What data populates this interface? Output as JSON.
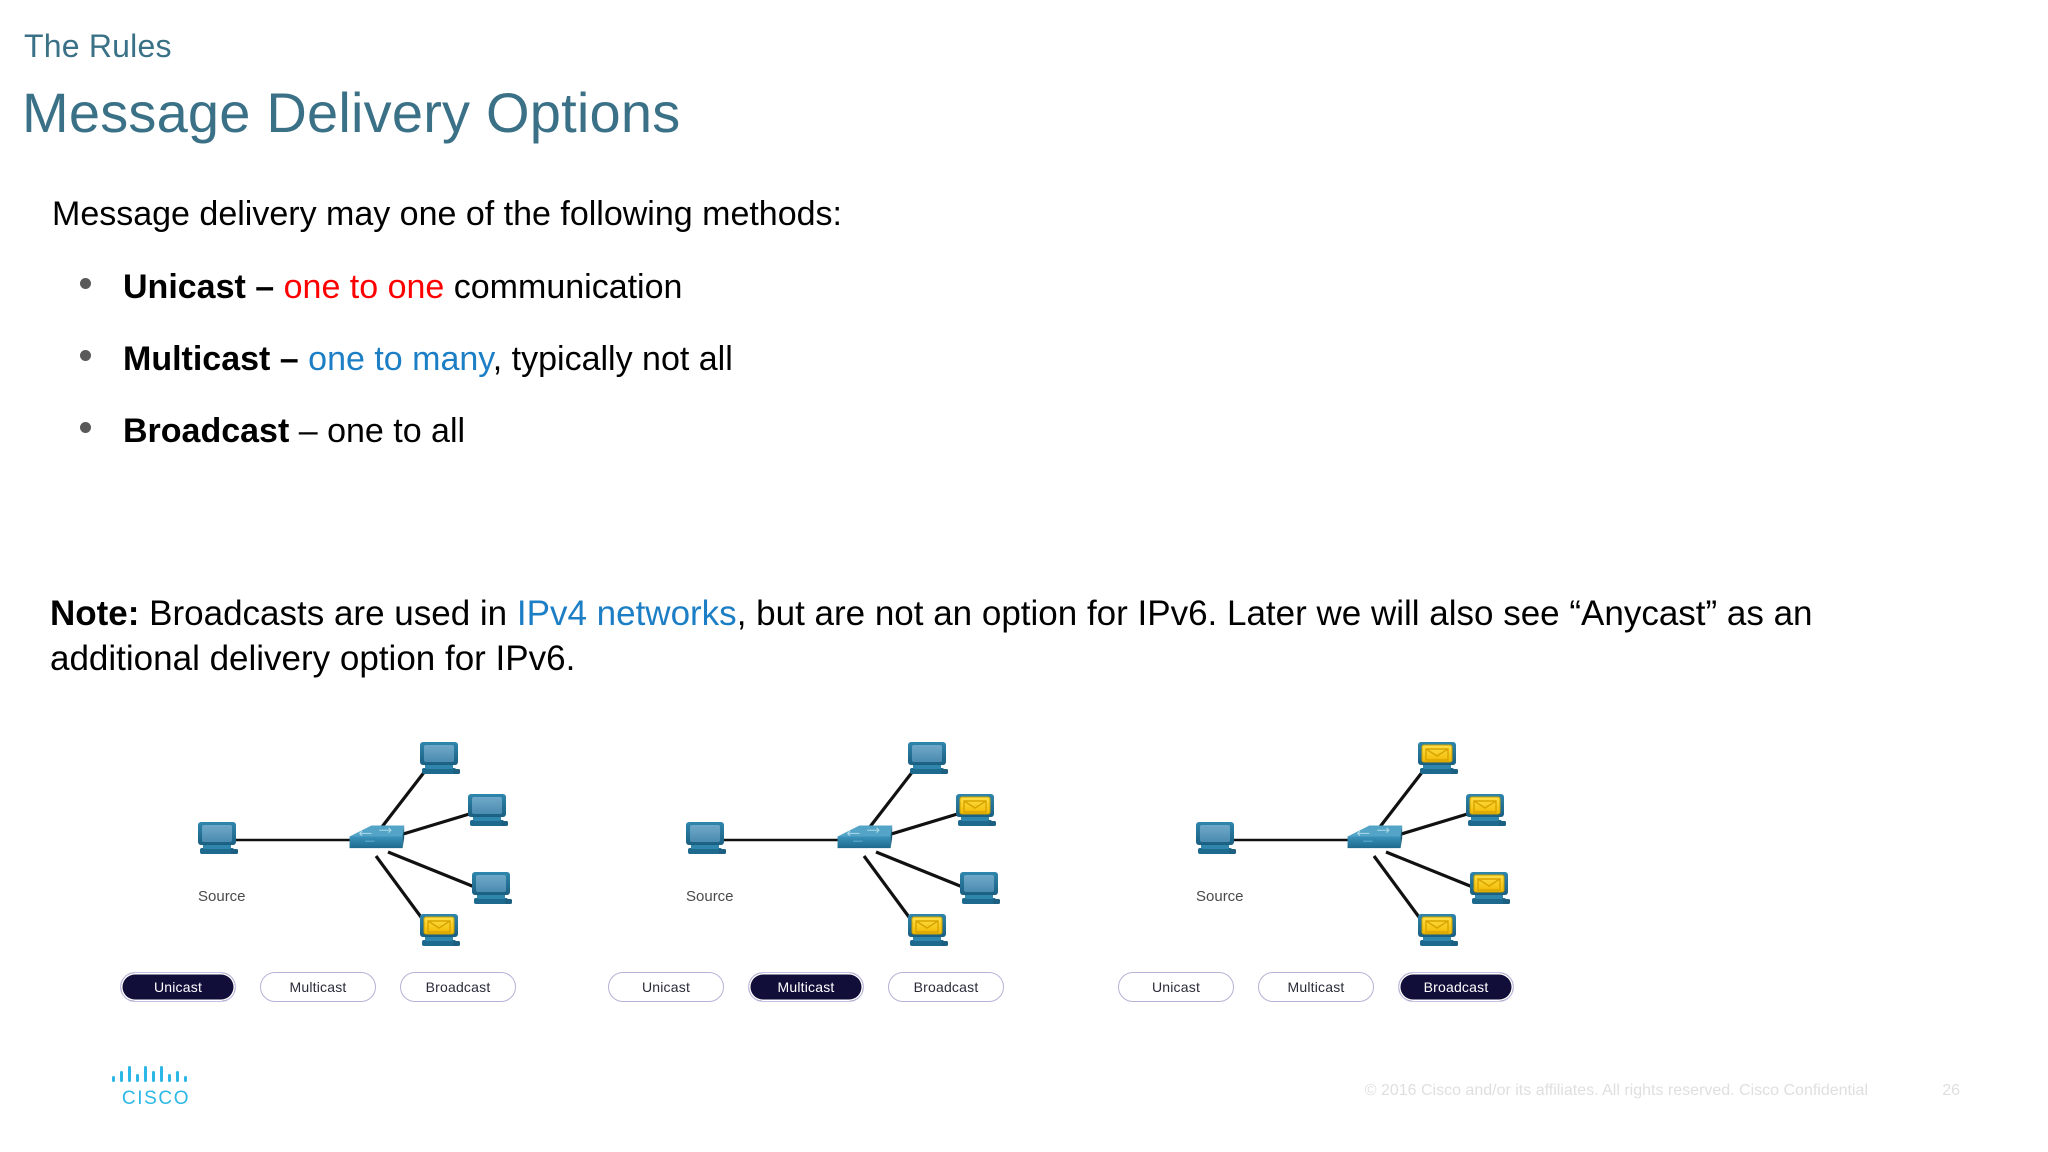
{
  "header": {
    "eyebrow": "The Rules",
    "title": "Message Delivery Options",
    "title_color": "#3b7187"
  },
  "body": {
    "lead": "Message delivery may one of the following methods:",
    "bullets": [
      {
        "term": "Unicast – ",
        "highlight": "one to one",
        "highlight_color": "#ff0000",
        "rest": " communication"
      },
      {
        "term": "Multicast – ",
        "highlight": "one to many",
        "highlight_color": "#1c7ec4",
        "rest": ", typically not all"
      },
      {
        "term": "Broadcast",
        "highlight": "",
        "highlight_color": "",
        "rest": " – one to all"
      }
    ],
    "note": {
      "label": "Note:",
      "part1": " Broadcasts are used in ",
      "link": "IPv4 networks",
      "link_color": "#1c7ec4",
      "part2": ", but are not an option for IPv6. Later we will also see “Anycast” as an additional delivery option for IPv6."
    }
  },
  "diagrams": [
    {
      "name": "unicast-diagram",
      "source_label": "Source",
      "hosts_lit": [
        false,
        false,
        false,
        true
      ],
      "buttons": [
        {
          "label": "Unicast",
          "active": true
        },
        {
          "label": "Multicast",
          "active": false
        },
        {
          "label": "Broadcast",
          "active": false
        }
      ]
    },
    {
      "name": "multicast-diagram",
      "source_label": "Source",
      "hosts_lit": [
        false,
        true,
        false,
        true
      ],
      "buttons": [
        {
          "label": "Unicast",
          "active": false
        },
        {
          "label": "Multicast",
          "active": true
        },
        {
          "label": "Broadcast",
          "active": false
        }
      ]
    },
    {
      "name": "broadcast-diagram",
      "source_label": "Source",
      "hosts_lit": [
        true,
        true,
        true,
        true
      ],
      "buttons": [
        {
          "label": "Unicast",
          "active": false
        },
        {
          "label": "Multicast",
          "active": false
        },
        {
          "label": "Broadcast",
          "active": true
        }
      ]
    }
  ],
  "footer": {
    "logo_text": "CISCO",
    "copyright": "© 2016  Cisco and/or its affiliates. All rights reserved.   Cisco Confidential",
    "page_number": "26"
  },
  "colors": {
    "pc_blue": "#4f91b8",
    "pc_body": "#2b7ba0",
    "pc_dark": "#1d5f80",
    "screen_yellow": "#ffd11a",
    "switch_blue": "#2a7ea6",
    "link": "#111111",
    "button_active_bg": "#120e3a",
    "button_border": "#b6b2d6",
    "cisco_cyan": "#2bb8e6"
  }
}
